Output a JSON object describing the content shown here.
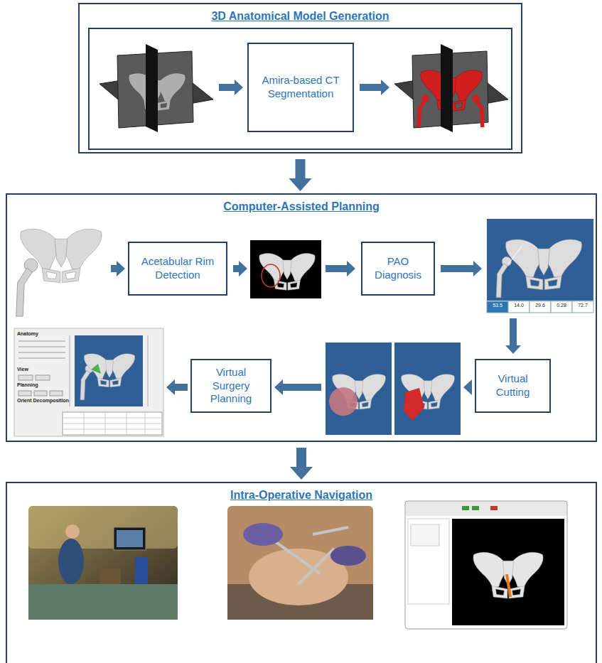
{
  "diagram": {
    "nodes": [
      {
        "text": [
          "3D Anatomical Model Generation"
        ]
      },
      {
        "text": [
          "Amira-based CT Segmentation"
        ],
        "in": 0
      },
      {
        "text": [
          "Computer-Assisted Planning"
        ]
      },
      {
        "text": [
          "Acetabular Rim Detection"
        ],
        "in": 2
      },
      {
        "text": [
          "PAO Diagnosis"
        ],
        "in": 2
      },
      {
        "text": [
          "Virtual Cutting"
        ],
        "in": 2
      },
      {
        "text": [
          "Virtual Surgery Planning"
        ],
        "in": 2
      },
      {
        "text": [
          "Intra-Operative Navigation"
        ]
      }
    ],
    "edges": [
      {
        "from": 0,
        "to": 2,
        "arrow": "to"
      },
      {
        "from": 2,
        "to": 7,
        "arrow": "to"
      }
    ],
    "labels": [
      "Anatomy",
      "View",
      "Planning",
      "Orient Decomposition",
      "53.5",
      "14.0",
      "29.6",
      "0.28",
      "72.7"
    ]
  }
}
